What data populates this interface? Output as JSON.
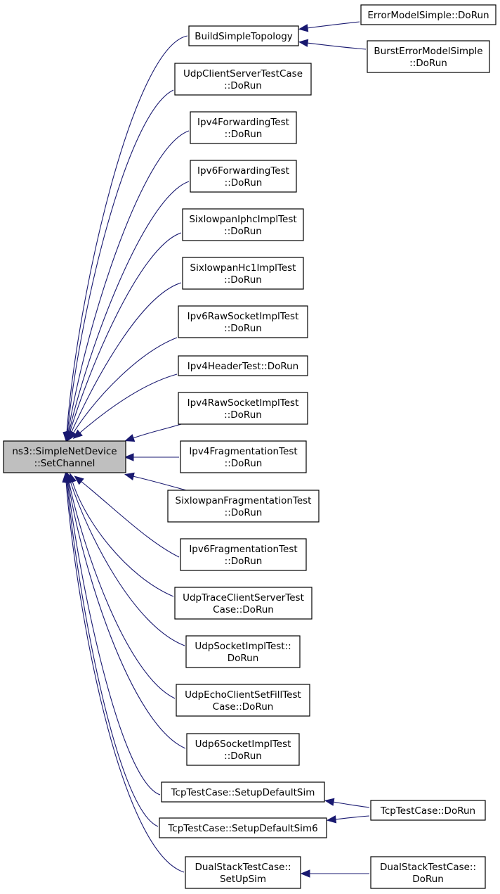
{
  "graph": {
    "edge_color": "#191970",
    "root_fill": "#bfbfbf",
    "nodes": {
      "root": {
        "lines": [
          "ns3::SimpleNetDevice",
          "::SetChannel"
        ],
        "highlighted": true
      },
      "build": {
        "lines": [
          "BuildSimpleTopology"
        ]
      },
      "errsimple": {
        "lines": [
          "ErrorModelSimple::DoRun"
        ]
      },
      "bursterr": {
        "lines": [
          "BurstErrorModelSimple",
          "::DoRun"
        ]
      },
      "udpcs": {
        "lines": [
          "UdpClientServerTestCase",
          "::DoRun"
        ]
      },
      "ipv4fwd": {
        "lines": [
          "Ipv4ForwardingTest",
          "::DoRun"
        ]
      },
      "ipv6fwd": {
        "lines": [
          "Ipv6ForwardingTest",
          "::DoRun"
        ]
      },
      "sixiphc": {
        "lines": [
          "SixlowpanIphcImplTest",
          "::DoRun"
        ]
      },
      "sixhc1": {
        "lines": [
          "SixlowpanHc1ImplTest",
          "::DoRun"
        ]
      },
      "ipv6raw": {
        "lines": [
          "Ipv6RawSocketImplTest",
          "::DoRun"
        ]
      },
      "ipv4hdr": {
        "lines": [
          "Ipv4HeaderTest::DoRun"
        ]
      },
      "ipv4raw": {
        "lines": [
          "Ipv4RawSocketImplTest",
          "::DoRun"
        ]
      },
      "ipv4frag": {
        "lines": [
          "Ipv4FragmentationTest",
          "::DoRun"
        ]
      },
      "sixfrag": {
        "lines": [
          "SixlowpanFragmentationTest",
          "::DoRun"
        ]
      },
      "ipv6frag": {
        "lines": [
          "Ipv6FragmentationTest",
          "::DoRun"
        ]
      },
      "udptrace": {
        "lines": [
          "UdpTraceClientServerTest",
          "Case::DoRun"
        ]
      },
      "udpsock": {
        "lines": [
          "UdpSocketImplTest::",
          "DoRun"
        ]
      },
      "udpecho": {
        "lines": [
          "UdpEchoClientSetFillTest",
          "Case::DoRun"
        ]
      },
      "udp6sock": {
        "lines": [
          "Udp6SocketImplTest",
          "::DoRun"
        ]
      },
      "tcpsim": {
        "lines": [
          "TcpTestCase::SetupDefaultSim"
        ]
      },
      "tcpsim6": {
        "lines": [
          "TcpTestCase::SetupDefaultSim6"
        ]
      },
      "dualsim": {
        "lines": [
          "DualStackTestCase::",
          "SetUpSim"
        ]
      },
      "tcprun": {
        "lines": [
          "TcpTestCase::DoRun"
        ]
      },
      "dualrun": {
        "lines": [
          "DualStackTestCase::",
          "DoRun"
        ]
      }
    },
    "edges": [
      {
        "from": "build",
        "to": "root"
      },
      {
        "from": "udpcs",
        "to": "root"
      },
      {
        "from": "ipv4fwd",
        "to": "root"
      },
      {
        "from": "ipv6fwd",
        "to": "root"
      },
      {
        "from": "sixiphc",
        "to": "root"
      },
      {
        "from": "sixhc1",
        "to": "root"
      },
      {
        "from": "ipv6raw",
        "to": "root"
      },
      {
        "from": "ipv4hdr",
        "to": "root"
      },
      {
        "from": "ipv4raw",
        "to": "root"
      },
      {
        "from": "ipv4frag",
        "to": "root"
      },
      {
        "from": "sixfrag",
        "to": "root"
      },
      {
        "from": "ipv6frag",
        "to": "root"
      },
      {
        "from": "udptrace",
        "to": "root"
      },
      {
        "from": "udpsock",
        "to": "root"
      },
      {
        "from": "udpecho",
        "to": "root"
      },
      {
        "from": "udp6sock",
        "to": "root"
      },
      {
        "from": "tcpsim",
        "to": "root"
      },
      {
        "from": "tcpsim6",
        "to": "root"
      },
      {
        "from": "dualsim",
        "to": "root"
      },
      {
        "from": "errsimple",
        "to": "build"
      },
      {
        "from": "bursterr",
        "to": "build"
      },
      {
        "from": "tcprun",
        "to": "tcpsim"
      },
      {
        "from": "tcprun",
        "to": "tcpsim6"
      },
      {
        "from": "dualrun",
        "to": "dualsim"
      }
    ]
  }
}
